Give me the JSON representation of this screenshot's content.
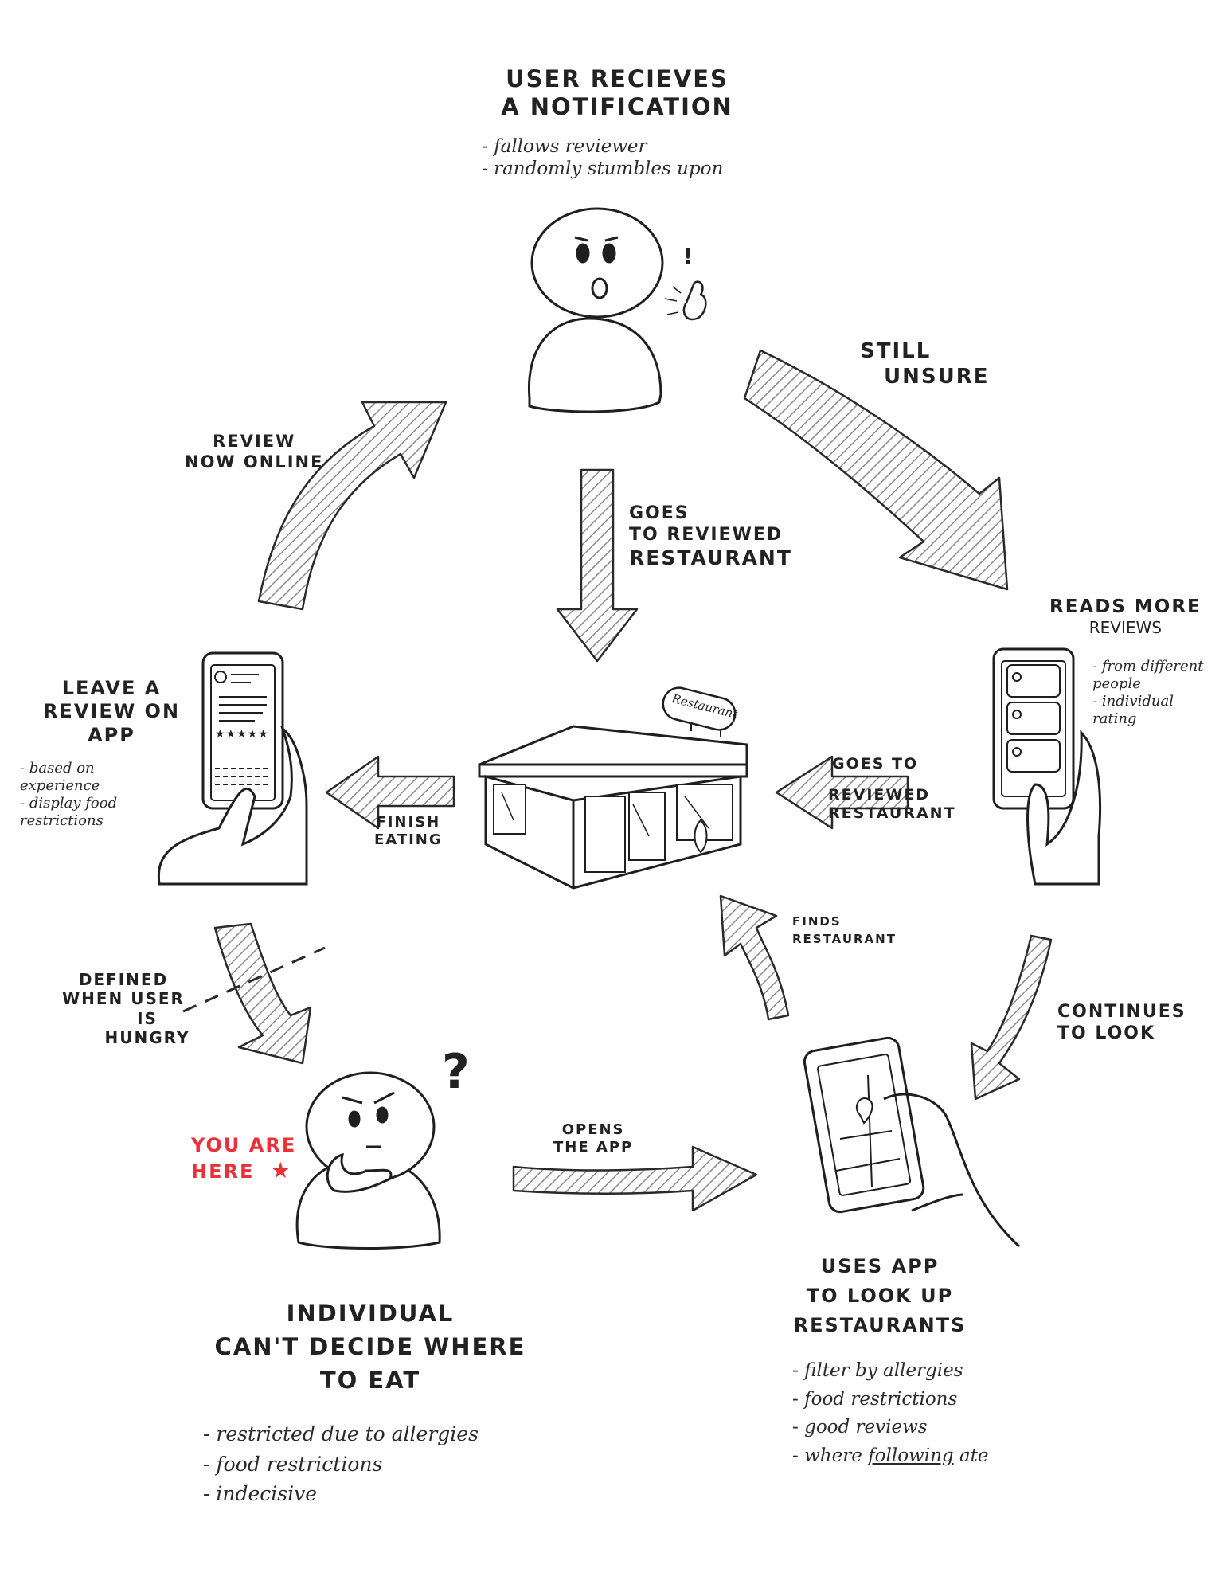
{
  "nodes": {
    "notification": {
      "title_line1": "USER RECIEVES",
      "title_line2": "A NOTIFICATION",
      "notes": [
        "fallows reviewer",
        "randomly stumbles upon"
      ],
      "exclaim": "!"
    },
    "reads_more": {
      "title_line1": "READS MORE",
      "title_line2": "REVIEWS",
      "notes": [
        "from different people",
        "individual rating"
      ]
    },
    "leave_review": {
      "title_line1": "LEAVE A",
      "title_line2": "REVIEW ON",
      "title_line3": "APP",
      "notes": [
        "based on experience",
        "display food restrictions"
      ]
    },
    "restaurant": {
      "sign": "Restaurant"
    },
    "individual": {
      "title_line1": "INDIVIDUAL",
      "title_line2": "CAN'T DECIDE WHERE",
      "title_line3": "TO EAT",
      "notes": [
        "restricted due to allergies",
        "food restrictions",
        "indecisive"
      ],
      "question_mark": "?",
      "you_are_here_line1": "YOU ARE",
      "you_are_here_line2": "HERE",
      "star": "★"
    },
    "uses_app": {
      "title_line1": "USES APP",
      "title_line2": "TO LOOK UP",
      "title_line3": "RESTAURANTS",
      "notes": [
        "filter by allergies",
        "food restrictions",
        "good reviews"
      ],
      "last_note_prefix": "where",
      "last_note_underlined": "following",
      "last_note_suffix": "ate"
    }
  },
  "edges": {
    "review_online": {
      "line1": "REVIEW",
      "line2": "NOW ONLINE"
    },
    "still_unsure": {
      "line1": "STILL",
      "line2": "UNSURE"
    },
    "goes_to_reviewed": {
      "line1": "GOES",
      "line2": "TO REVIEWED",
      "line3": "RESTAURANT"
    },
    "finish_eating": {
      "line1": "FINISH",
      "line2": "EATING"
    },
    "goes_to_right": {
      "line1": "GOES TO",
      "line2": "REVIEWED",
      "line3": "RESTAURANT"
    },
    "finds_restaurant": {
      "line1": "FINDS",
      "line2": "RESTAURANT"
    },
    "continues_to_look": {
      "line1": "CONTINUES",
      "line2": "TO LOOK"
    },
    "opens_app": {
      "line1": "OPENS",
      "line2": "THE APP"
    },
    "defined_hungry": {
      "line1": "DEFINED",
      "line2": "WHEN USER",
      "line3": "IS HUNGRY"
    }
  },
  "phone_review_stars": "★★★★★",
  "colors": {
    "ink": "#1f1f1f",
    "arrow_fill": "#ffffff",
    "hatch": "#8a8a8a",
    "accent_red": "#e8323a"
  }
}
